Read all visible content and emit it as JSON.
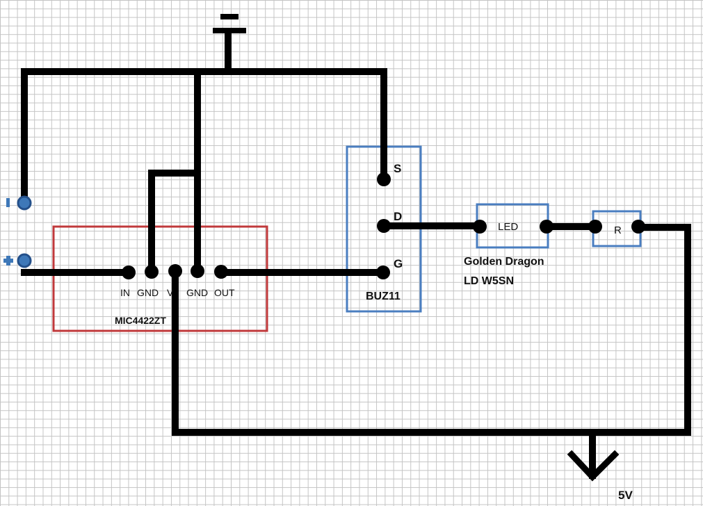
{
  "ground_symbol": "ground-icon",
  "supply_symbol": "arrow-down-icon",
  "terminals": {
    "negative": "-",
    "positive": "+"
  },
  "driver": {
    "part": "MIC4422ZT",
    "pins": [
      "IN",
      "GND",
      "V",
      "GND",
      "OUT"
    ]
  },
  "mosfet": {
    "part": "BUZ11",
    "pins": {
      "source": "S",
      "drain": "D",
      "gate": "G"
    }
  },
  "led": {
    "label": "LED",
    "part_line1": "Golden Dragon",
    "part_line2": "LD W5SN"
  },
  "resistor": {
    "label": "R"
  },
  "supply": {
    "label": "5V"
  },
  "colors": {
    "driver_box": "#c0393b",
    "blue_box": "#4a7ec0",
    "wire": "#000000",
    "grid": "#c4c4c4"
  }
}
